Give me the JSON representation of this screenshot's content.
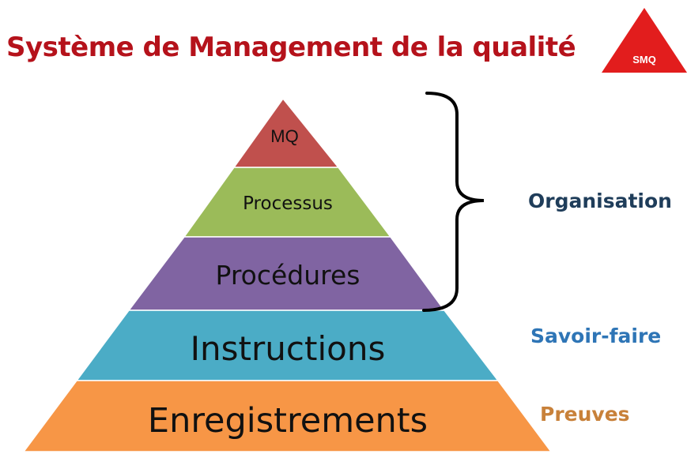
{
  "title": "Système de Management de la qualité",
  "badge": {
    "text": "SMQ",
    "color": "#e21d1d"
  },
  "levels": [
    {
      "label": "MQ",
      "color": "#c0504d"
    },
    {
      "label": "Processus",
      "color": "#9bbb59"
    },
    {
      "label": "Procédures",
      "color": "#8064a2"
    },
    {
      "label": "Instructions",
      "color": "#4bacc6"
    },
    {
      "label": "Enregistrements",
      "color": "#f79646"
    }
  ],
  "side_labels": {
    "organisation": {
      "text": "Organisation",
      "color": "#1f3d5a"
    },
    "savoir_faire": {
      "text": "Savoir-faire",
      "color": "#2e75b6"
    },
    "preuves": {
      "text": "Preuves",
      "color": "#c8813a"
    }
  }
}
